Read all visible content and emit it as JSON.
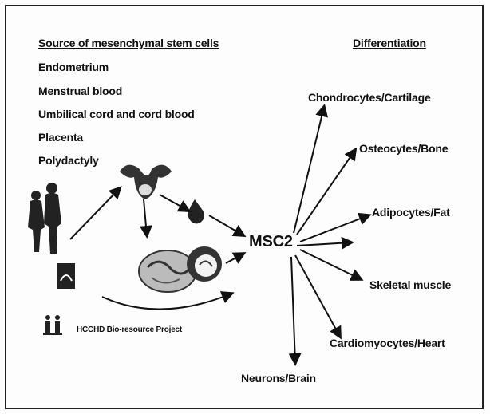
{
  "diagram": {
    "source_heading": "Source of mesenchymal stem cells",
    "sources": [
      "Endometrium",
      "Menstrual blood",
      "Umbilical cord and cord blood",
      "Placenta",
      "Polydactyly"
    ],
    "differentiation_heading": "Differentiation",
    "hub_label": "MSC2",
    "targets": [
      "Chondrocytes/Cartilage",
      "Osteocytes/Bone",
      "Adipocytes/Fat",
      "Skeletal muscle",
      "Cardiomyocytes/Heart",
      "Neurons/Brain"
    ],
    "project_label": "HCCHD Bio-resource Project",
    "project_logo_text": "ii"
  }
}
